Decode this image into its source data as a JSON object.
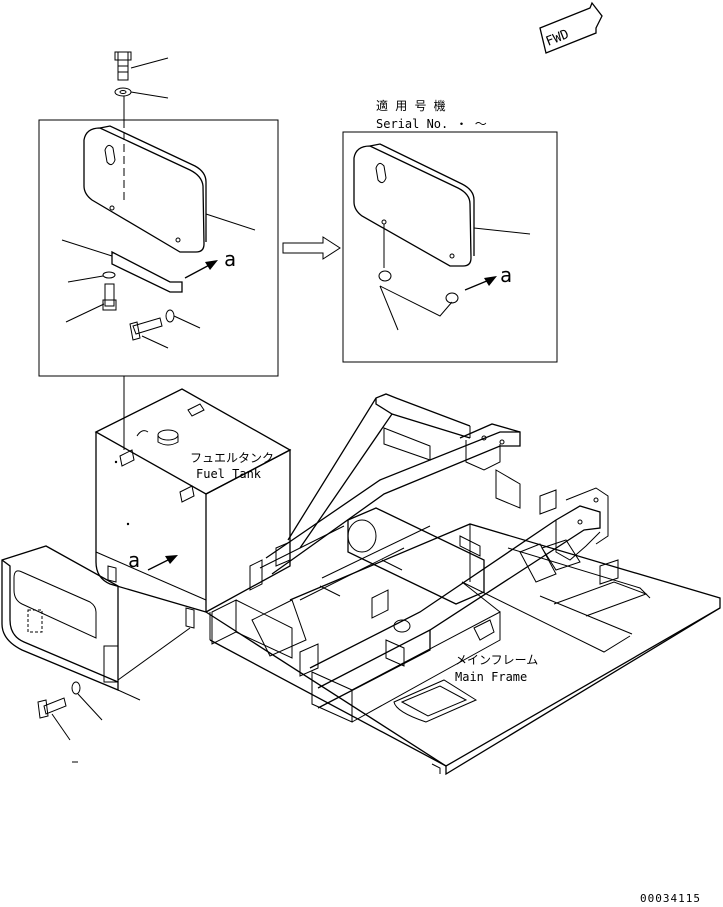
{
  "labels": {
    "fwd": "FWD",
    "serial_jp": "適 用 号 機",
    "serial_en": "Serial No.  ・  ～",
    "fuel_tank_jp": "フュエルタンク",
    "fuel_tank_en": "Fuel Tank",
    "main_frame_jp": "メインフレーム",
    "main_frame_en": "Main Frame",
    "view_a": "a",
    "figure_number": "00034115"
  }
}
